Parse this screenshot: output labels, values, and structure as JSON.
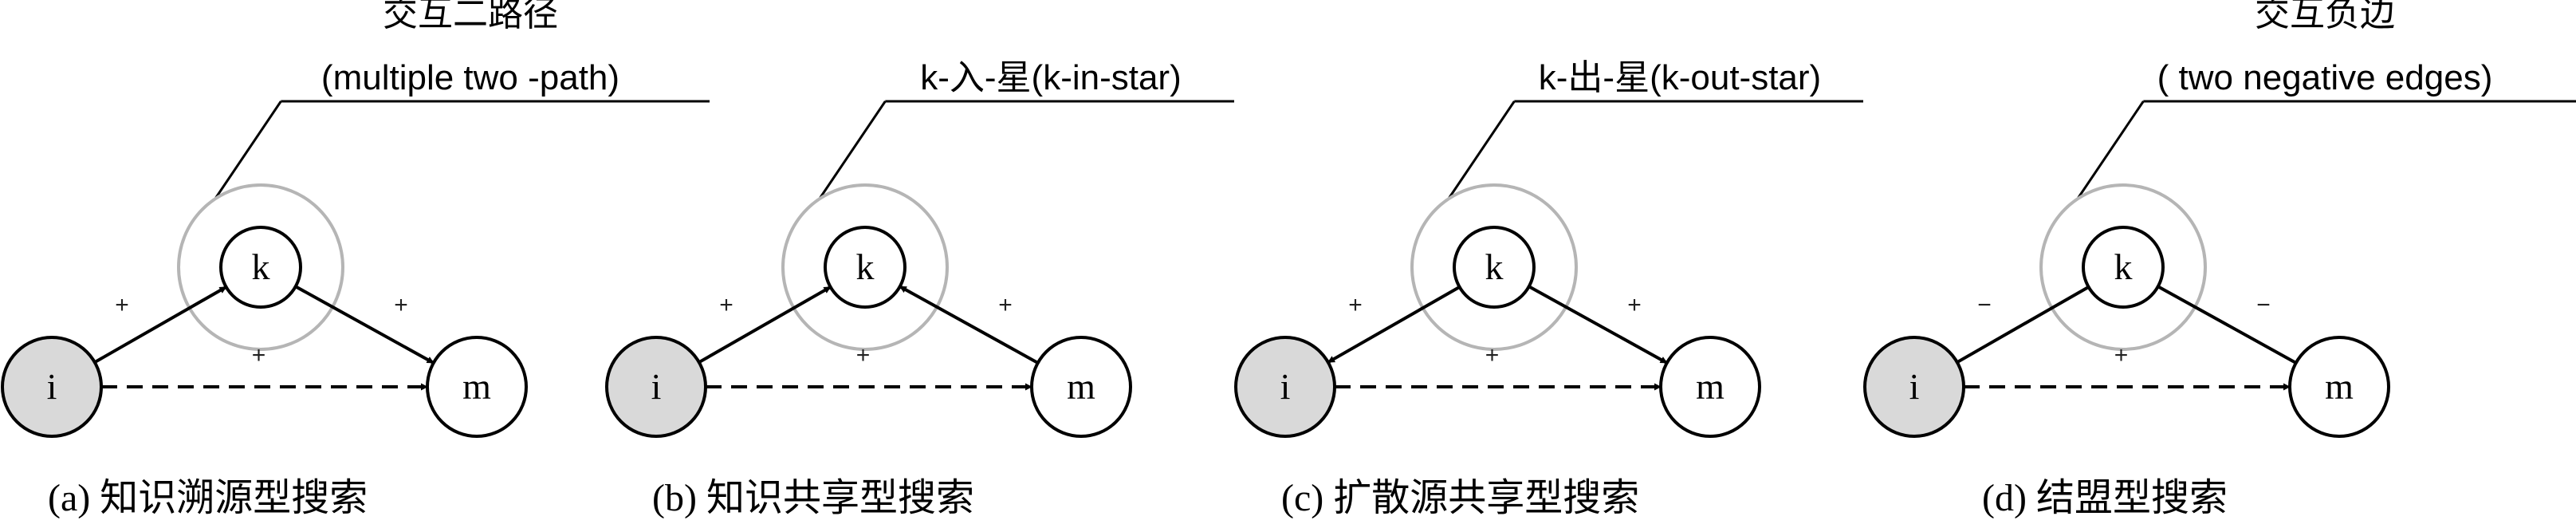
{
  "panels": [
    {
      "caption": "(a) 知识溯源型搜索",
      "callout": [
        "交互二路径",
        "(multiple two -path)"
      ],
      "nodes": {
        "i": "i",
        "k": "k",
        "m": "m"
      },
      "signs": {
        "ik": "+",
        "km": "+",
        "im": "+"
      },
      "arrows": {
        "ik": "to-k",
        "km": "to-m"
      }
    },
    {
      "caption": "(b) 知识共享型搜索",
      "callout": [
        "k-入-星(k-in-star)"
      ],
      "nodes": {
        "i": "i",
        "k": "k",
        "m": "m"
      },
      "signs": {
        "ik": "+",
        "km": "+",
        "im": "+"
      },
      "arrows": {
        "ik": "to-k",
        "km": "to-k"
      }
    },
    {
      "caption": "(c) 扩散源共享型搜索",
      "callout": [
        "k-出-星(k-out-star)"
      ],
      "nodes": {
        "i": "i",
        "k": "k",
        "m": "m"
      },
      "signs": {
        "ik": "+",
        "km": "+",
        "im": "+"
      },
      "arrows": {
        "ik": "to-i",
        "km": "to-m"
      }
    },
    {
      "caption": "(d) 结盟型搜索",
      "callout": [
        "交互负边",
        "( two negative edges)"
      ],
      "nodes": {
        "i": "i",
        "k": "k",
        "m": "m"
      },
      "signs": {
        "ik": "−",
        "km": "−",
        "im": "+"
      },
      "arrows": {
        "ik": "none",
        "km": "none"
      }
    }
  ],
  "colors": {
    "node_i_fill": "#d9d9d9",
    "node_stroke": "#000000",
    "halo_stroke": "#b5b5b5",
    "edge": "#000000"
  }
}
